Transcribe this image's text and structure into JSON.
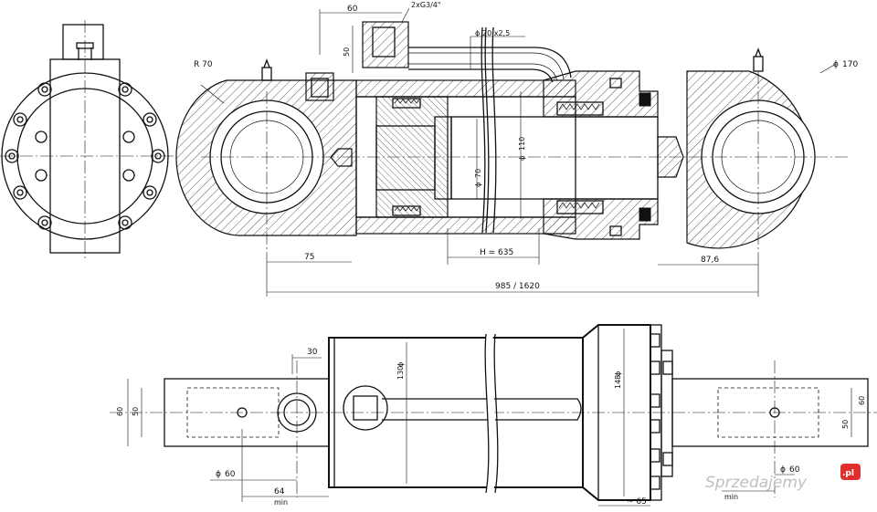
{
  "drawing": {
    "dimensions": {
      "port_offset": "60",
      "port_thread": "2xG3/4\"",
      "pipe_diameter": "20 x2,5",
      "port_height": "50",
      "eye_radius": "R 70",
      "head_diameter": "170",
      "rod_diameter": "110",
      "piston_rod_diameter": "70",
      "base_length": "75",
      "stroke": "H = 635",
      "head_length": "87,6",
      "total_length": "985 / 1620",
      "cylinder_diameter": "130",
      "flange_diameter": "148",
      "port_center": "30",
      "eye_width_outer": "60",
      "eye_width_inner": "50",
      "pin_diameter_left": "60",
      "pin_diameter_right": "60",
      "min_length_left": "64",
      "min_label_left": "min",
      "head_flange_length": "~ 65",
      "min_label_right": "min",
      "eye_width_right_outer": "60",
      "eye_width_right_inner": "50"
    },
    "diameter_symbol": "ϕ"
  },
  "watermark": {
    "text": "Sprzedajemy",
    "suffix": ".pl"
  },
  "colors": {
    "ink": "#111111",
    "paper": "#ffffff",
    "watermark": "#bfbfbf",
    "watermark_badge": "#e0302e"
  }
}
